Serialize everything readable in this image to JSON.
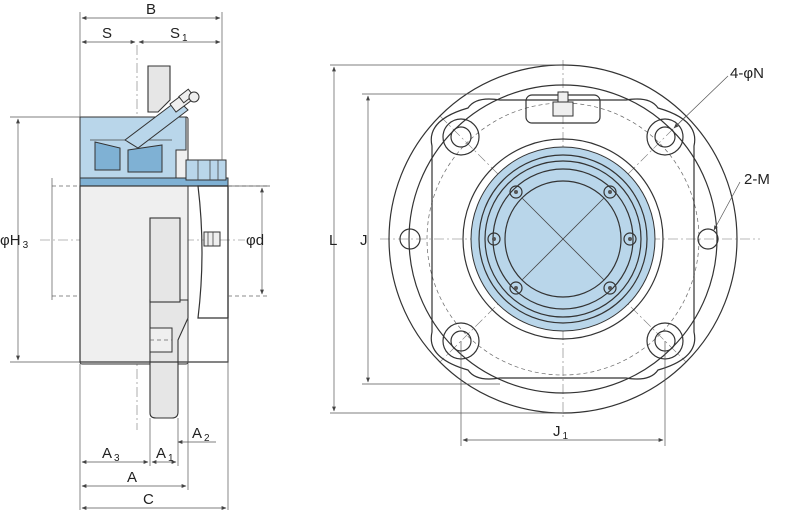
{
  "labels": {
    "B": "B",
    "S": "S",
    "S1_main": "S",
    "S1_sub": "1",
    "H3_main": "φH",
    "H3_sub": "3",
    "d": "φd",
    "L": "L",
    "J": "J",
    "J1_main": "J",
    "J1_sub": "1",
    "N": "4-φN",
    "M": "2-M",
    "A": "A",
    "A1_main": "A",
    "A1_sub": "1",
    "A2_main": "A",
    "A2_sub": "2",
    "A3_main": "A",
    "A3_sub": "3",
    "C": "C"
  },
  "colors": {
    "bearing_fill": "#b9d6ea",
    "bearing_dark": "#7fb1d4",
    "housing_fill": "#e6e6e6"
  }
}
